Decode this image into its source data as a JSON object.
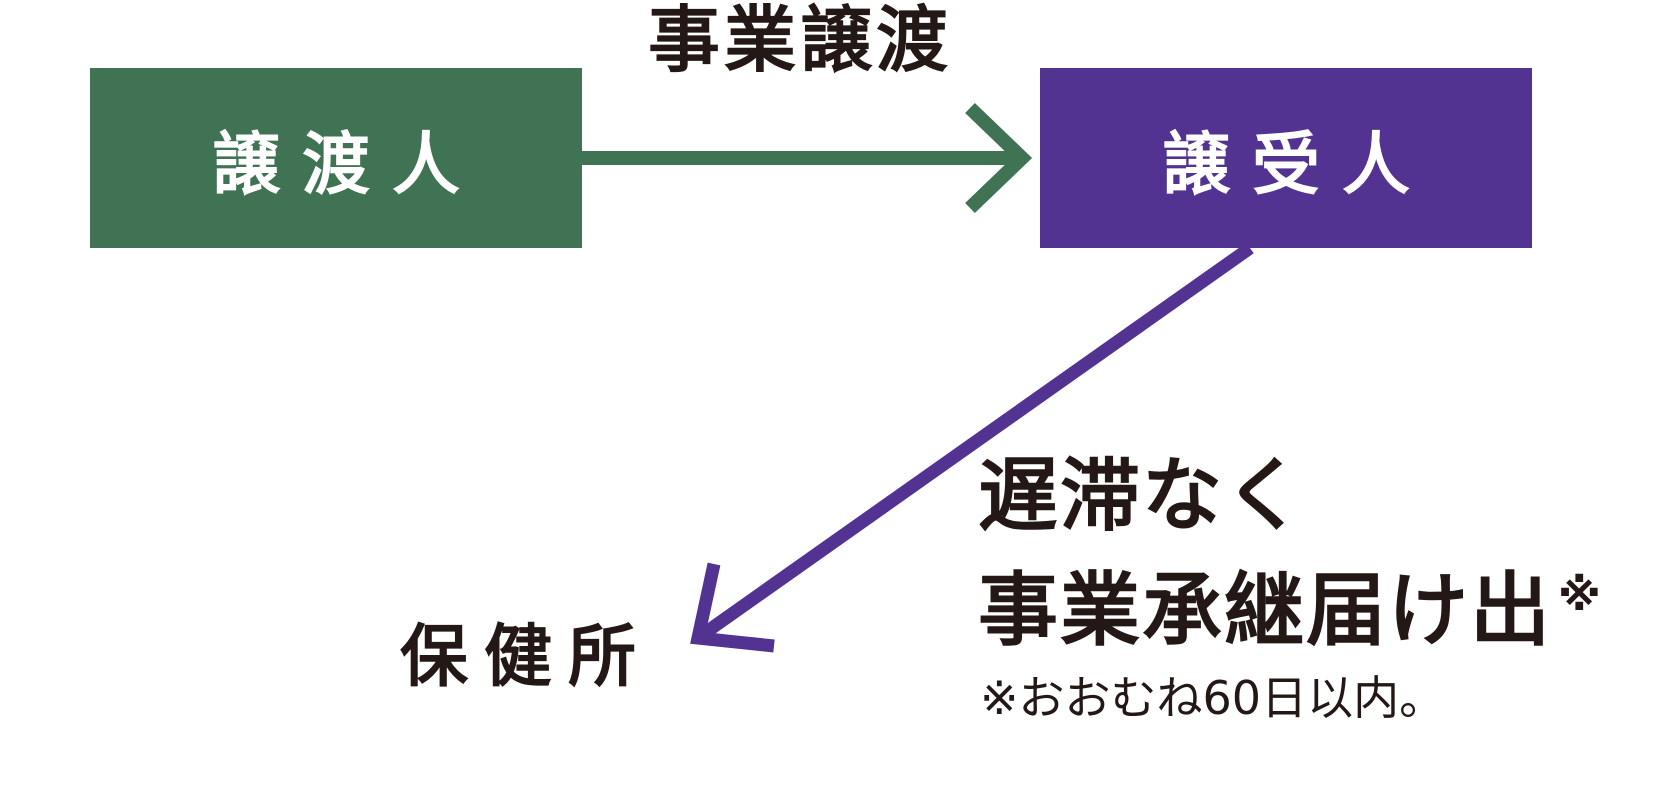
{
  "transfer_label": "事業譲渡",
  "transferor": {
    "label": "譲渡人"
  },
  "transferee": {
    "label": "譲受人"
  },
  "health_center": {
    "label": "保健所"
  },
  "notice": {
    "line1": "遅滞なく",
    "line2": "事業承継届け出",
    "mark": "※"
  },
  "footnote": "※おおむね60日以内。",
  "colors": {
    "transferor": "#3f7353",
    "transferee": "#523391",
    "text": "#231815"
  }
}
